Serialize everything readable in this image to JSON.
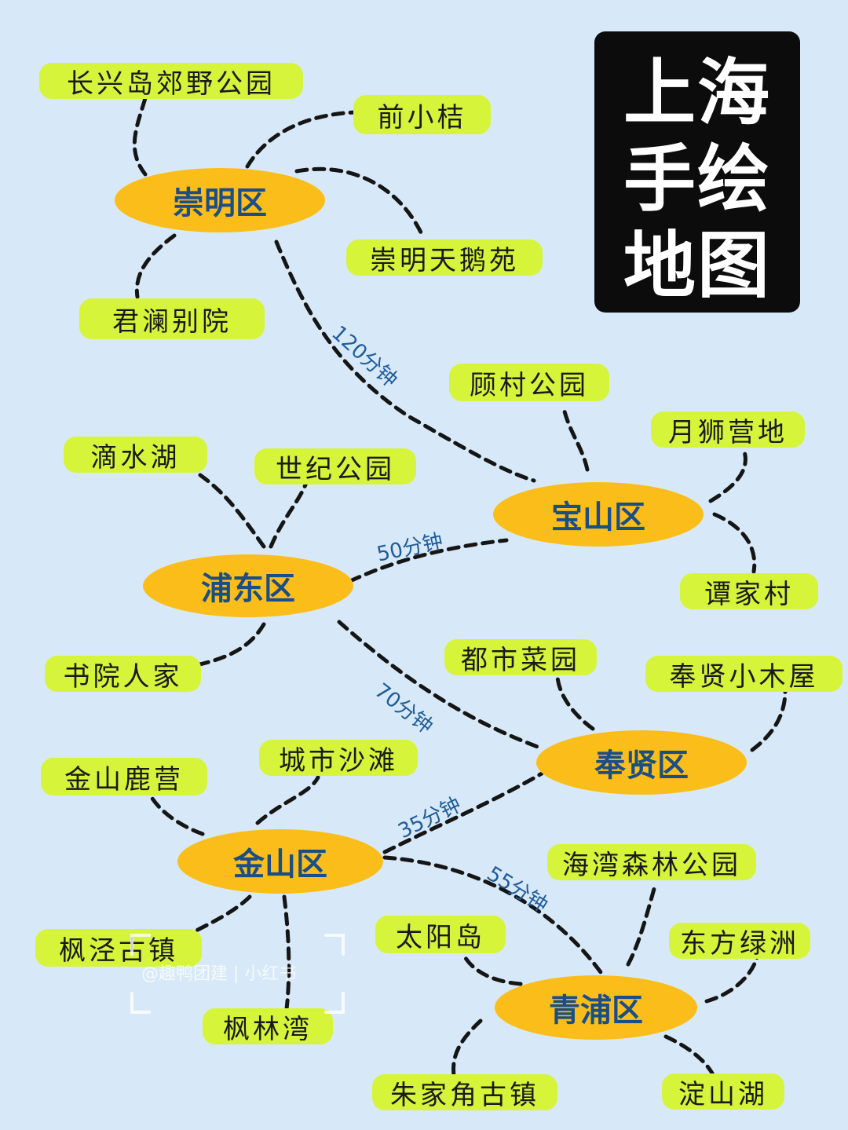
{
  "title": {
    "line1": "上海",
    "line2": "手绘",
    "line3": "地图"
  },
  "districts": {
    "chongming": "崇明区",
    "baoshan": "宝山区",
    "pudong": "浦东区",
    "fengxian": "奉贤区",
    "jinshan": "金山区",
    "qingpu": "青浦区"
  },
  "spots": {
    "changxingdao": "长兴岛郊野公园",
    "qianxiaoju": "前小桔",
    "chongmingtianehyuan": "崇明天鹅苑",
    "junlanbieyuan": "君澜别院",
    "gucunpark": "顾村公园",
    "yueshiyingdi": "月狮营地",
    "tanjiacun": "谭家村",
    "dishuihu": "滴水湖",
    "shijipark": "世纪公园",
    "shuyuanrenjia": "书院人家",
    "dushicaiyuan": "都市菜园",
    "fengxianxiaomuwu": "奉贤小木屋",
    "chengshishatan": "城市沙滩",
    "jinshanluying": "金山鹿营",
    "fengjinggu": "枫泾古镇",
    "fenglinwan": "枫林湾",
    "haiwanforest": "海湾森林公园",
    "taiyangdao": "太阳岛",
    "dongfanglvzhou": "东方绿洲",
    "zhujiajiao": "朱家角古镇",
    "dianshanhu": "淀山湖"
  },
  "times": {
    "chongming_baoshan": "120分钟",
    "pudong_baoshan": "50分钟",
    "pudong_fengxian": "70分钟",
    "jinshan_fengxian": "35分钟",
    "jinshan_qingpu": "55分钟"
  },
  "watermark": "@趣鸭团建 | 小红书",
  "colors": {
    "background": "#d7e9f8",
    "district": "#fbbd1a",
    "district_text": "#1c4e86",
    "spot": "#d6f43a",
    "title_box": "#0c0c0c",
    "time_text": "#1f5b9a"
  }
}
